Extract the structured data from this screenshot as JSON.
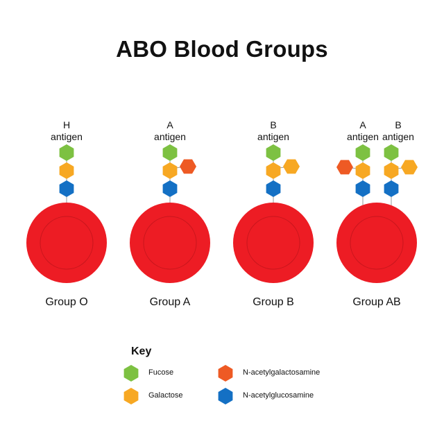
{
  "title": "ABO Blood Groups",
  "colors": {
    "fucose": "#7dc142",
    "galactose": "#f7a823",
    "n_acetylgalactosamine": "#ee5a24",
    "n_acetylglucosamine": "#1470c4",
    "cell": "#ed1c24",
    "cell_inner_ring": "#c8161d",
    "stem": "#9a9a9a"
  },
  "groups": [
    {
      "label": "Group O",
      "antigens": [
        {
          "letter": "H",
          "word": "antigen"
        }
      ]
    },
    {
      "label": "Group A",
      "antigens": [
        {
          "letter": "A",
          "word": "antigen"
        }
      ]
    },
    {
      "label": "Group B",
      "antigens": [
        {
          "letter": "B",
          "word": "antigen"
        }
      ]
    },
    {
      "label": "Group AB",
      "antigens": [
        {
          "letter": "A",
          "word": "antigen"
        },
        {
          "letter": "B",
          "word": "antigen"
        }
      ]
    }
  ],
  "key": {
    "title": "Key",
    "items": [
      {
        "label": "Fucose",
        "color_ref": "fucose"
      },
      {
        "label": "Galactose",
        "color_ref": "galactose"
      },
      {
        "label": "N-acetylgalactosamine",
        "color_ref": "n_acetylgalactosamine"
      },
      {
        "label": "N-acetylglucosamine",
        "color_ref": "n_acetylglucosamine"
      }
    ]
  }
}
